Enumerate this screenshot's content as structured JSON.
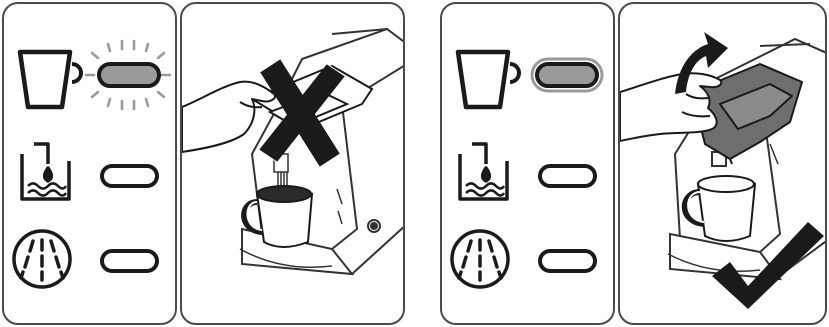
{
  "figure": {
    "steps": [
      {
        "panel": "indicator-panel",
        "lit_indicator": "cup",
        "indicator_state": "blinking"
      },
      {
        "panel": "machine-panel",
        "action": "lift-lid-during-brewing",
        "verdict": "not-allowed",
        "verdict_icon": "cross-icon"
      },
      {
        "panel": "indicator-panel",
        "lit_indicator": "cup",
        "indicator_state": "steady"
      },
      {
        "panel": "machine-panel",
        "action": "lift-lid-after-brewing",
        "verdict": "allowed",
        "verdict_icon": "checkmark-icon"
      }
    ],
    "indicators": [
      "cup-icon",
      "descale-icon",
      "rinse-icon"
    ],
    "colors": {
      "outline": "#1a1a1a",
      "panel_border": "#4a4a4a",
      "lit": "#9a9a9a",
      "lid_dark": "#6e6e6e"
    }
  }
}
